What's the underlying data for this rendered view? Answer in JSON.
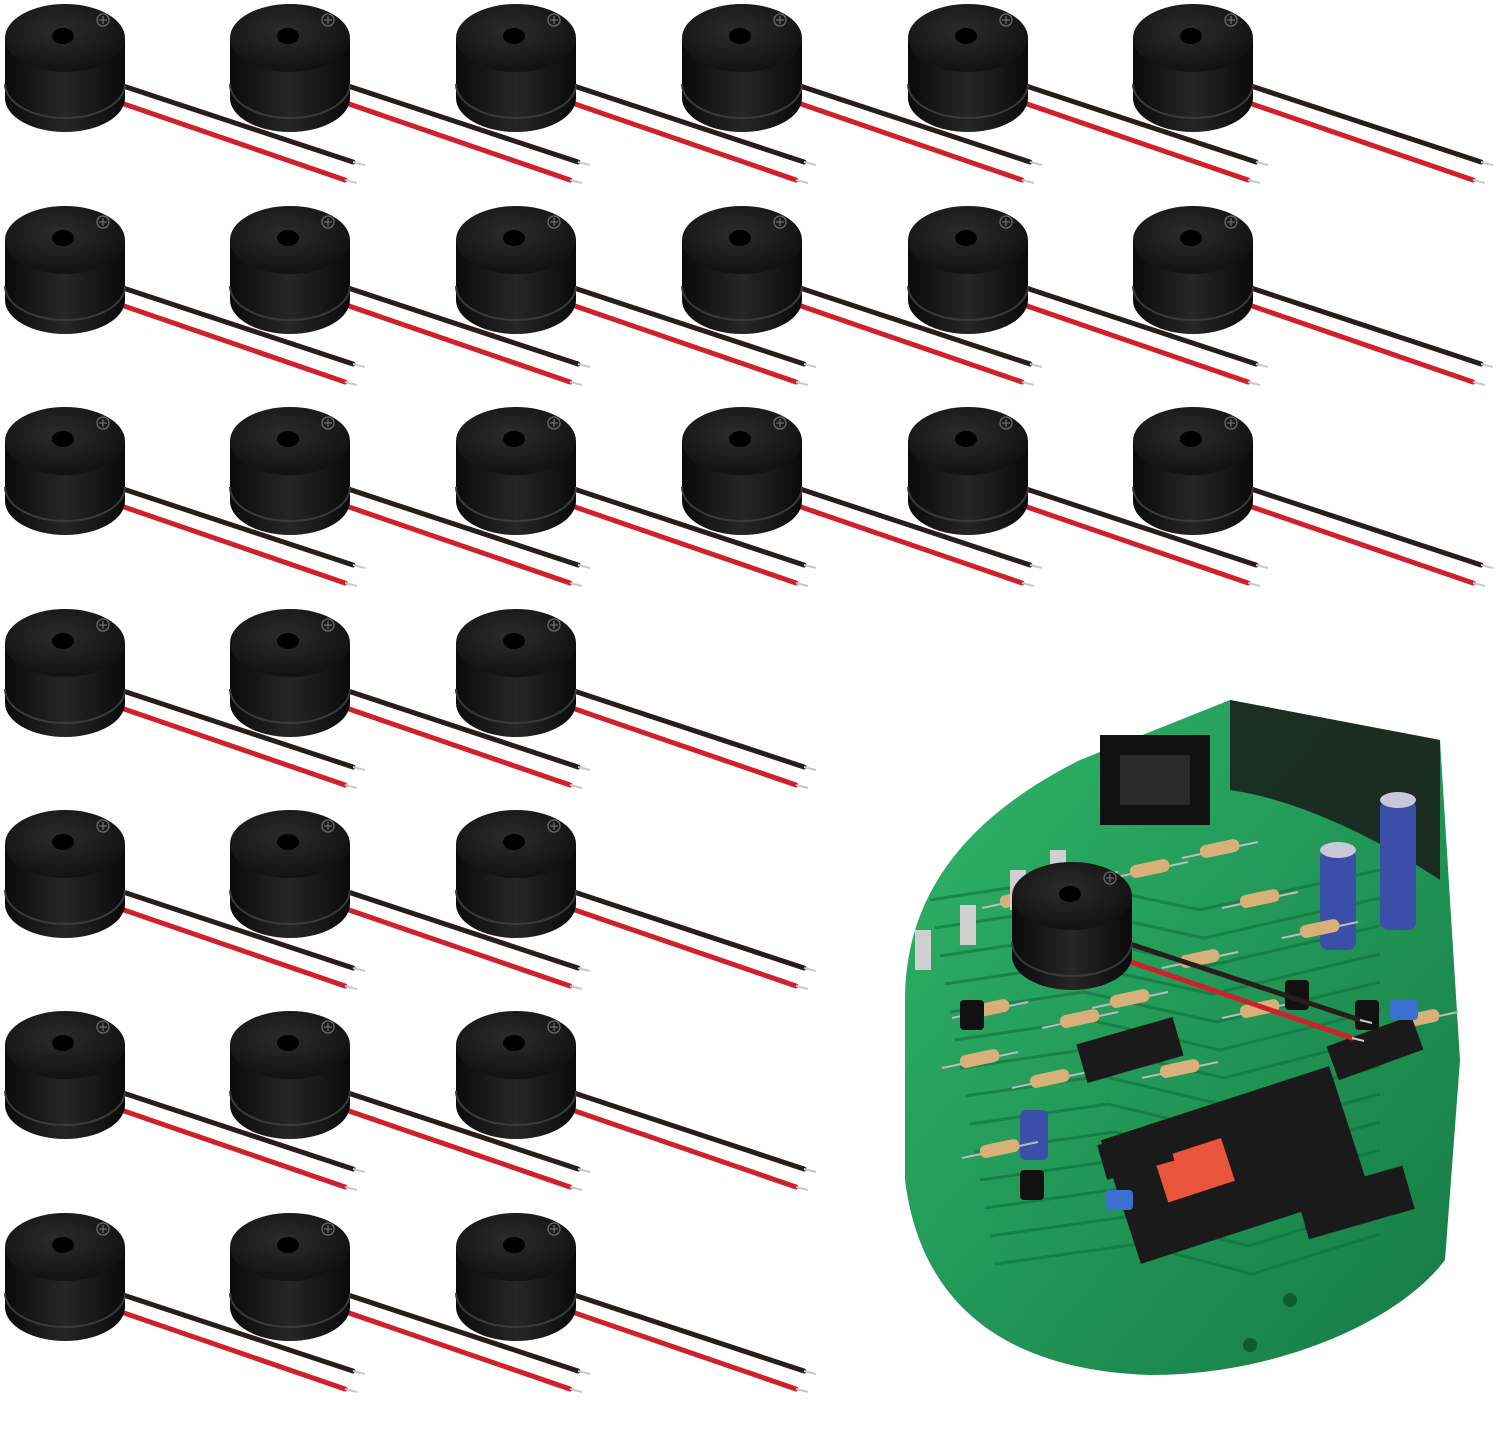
{
  "image": {
    "subject": "product-photo",
    "background": "#ffffff"
  },
  "colors": {
    "buzzer_body": "#141414",
    "buzzer_top": "#1e1e1e",
    "wire_black": "#2b1c1c",
    "wire_red": "#d0202a",
    "wire_tip": "#c9c9c9",
    "pcb_green": "#1f9a5a",
    "pcb_dark": "#0d6b3c",
    "chip": "#1a1a1a",
    "resistor": "#d8b07a",
    "capacitor_blue": "#3c4fa8",
    "label_orange": "#e8553a"
  },
  "grid": {
    "rows_full": [
      6,
      6,
      6
    ],
    "rows_partial": [
      3,
      3,
      3,
      3
    ],
    "total_buzzers": 30
  },
  "icons": [
    "buzzer-icon",
    "pcb-icon"
  ]
}
